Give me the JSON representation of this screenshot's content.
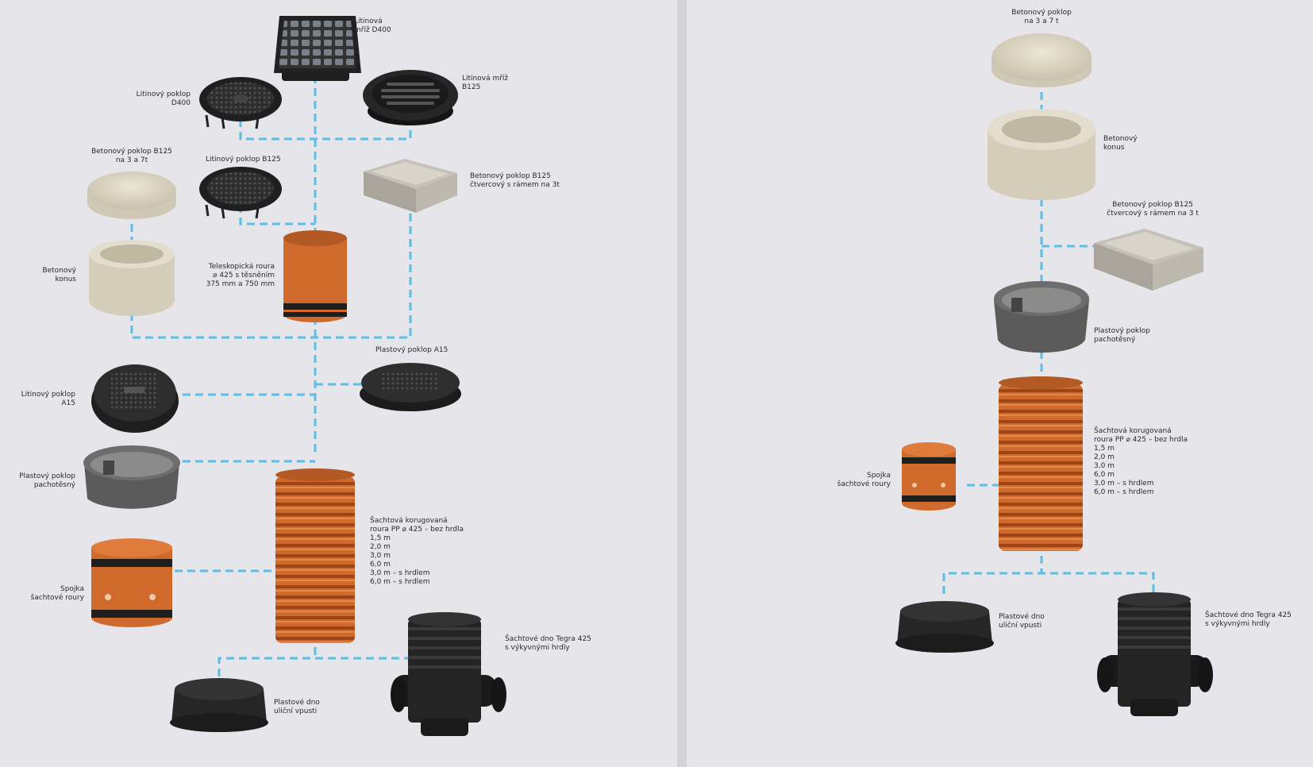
{
  "left": {
    "grate_d400": "Litinová\nmříž D400",
    "cover_d400": "Litinový poklop\nD400",
    "grate_b125": "Litinová mříž\nB125",
    "conc_cover_b125": "Betonový poklop B125\nna 3 a 7t",
    "cast_cover_b125": "Litinový poklop B125",
    "conc_square": "Betonový poklop B125\nčtvercový s rámem na 3t",
    "cone": "Betonový\nkonus",
    "telescopic": "Teleskopická roura\n⌀ 425 s těsněním\n375 mm a 750 mm",
    "plastic_a15": "Plastový poklop A15",
    "cast_a15": "Litinový poklop\nA15",
    "plastic_odor": "Plastový poklop\npachotěsný",
    "shaft_pipe": "Šachtová korugovaná\nroura PP ⌀ 425 – bez hrdla\n1,5 m\n2,0 m\n3,0 m\n6,0 m\n3,0 m – s hrdlem\n6,0 m – s hrdlem",
    "coupler": "Spojka\nšachtové roury",
    "tegra": "Šachtové dno Tegra 425\ns výkyvnými hrdly",
    "street_bottom": "Plastové dno\nuliční vpusti"
  },
  "right": {
    "conc_cover": "Betonový poklop\nna 3 a 7 t",
    "cone": "Betonový\nkonus",
    "conc_square": "Betonový poklop B125\nčtvercový s rámem na 3 t",
    "plastic_odor": "Plastový poklop\npachotěsný",
    "shaft_pipe": "Šachtová korugovaná\nroura PP ⌀ 425 – bez hrdla\n1,5 m\n2,0 m\n3,0 m\n6,0 m\n3,0 m – s hrdlem\n6,0 m – s hrdlem",
    "coupler": "Spojka\nšachtové roury",
    "street_bottom": "Plastové dno\nuliční vpusti",
    "tegra": "Šachtové dno Tegra 425\ns výkyvnými hrdly"
  },
  "colors": {
    "connector": "#5bbde8",
    "orange": "#cf6a2c",
    "concrete": "#d9d3c2",
    "black": "#2b2b2b",
    "background": "#e6e5ea"
  }
}
